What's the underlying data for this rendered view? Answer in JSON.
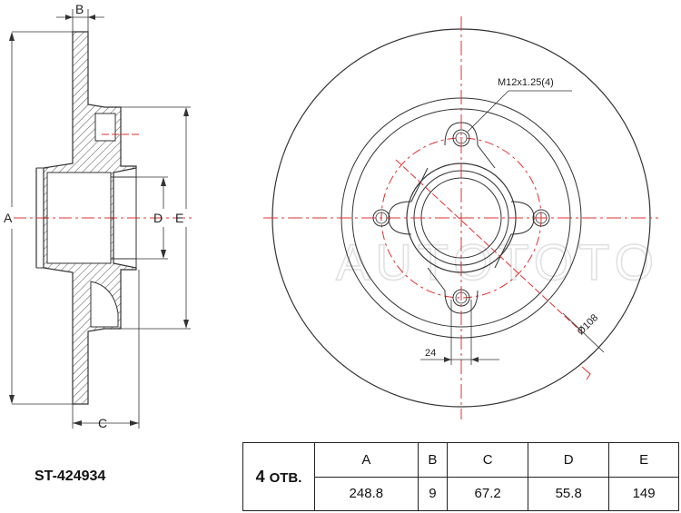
{
  "labels": {
    "A": "A",
    "B": "B",
    "C": "C",
    "D": "D",
    "E": "E",
    "bolt": "M12x1.25(4)",
    "pcd": "Ø108",
    "dim24": "24",
    "watermark": "AUTOTOTO"
  },
  "part_number": "ST-424934",
  "holes": {
    "count": "4",
    "unit": "ОТВ."
  },
  "table": {
    "headers": [
      "A",
      "B",
      "C",
      "D",
      "E"
    ],
    "values": [
      "248.8",
      "9",
      "67.2",
      "55.8",
      "149"
    ]
  },
  "colors": {
    "line": "#333333",
    "center_line": "#e03030",
    "hatch": "#555555"
  }
}
